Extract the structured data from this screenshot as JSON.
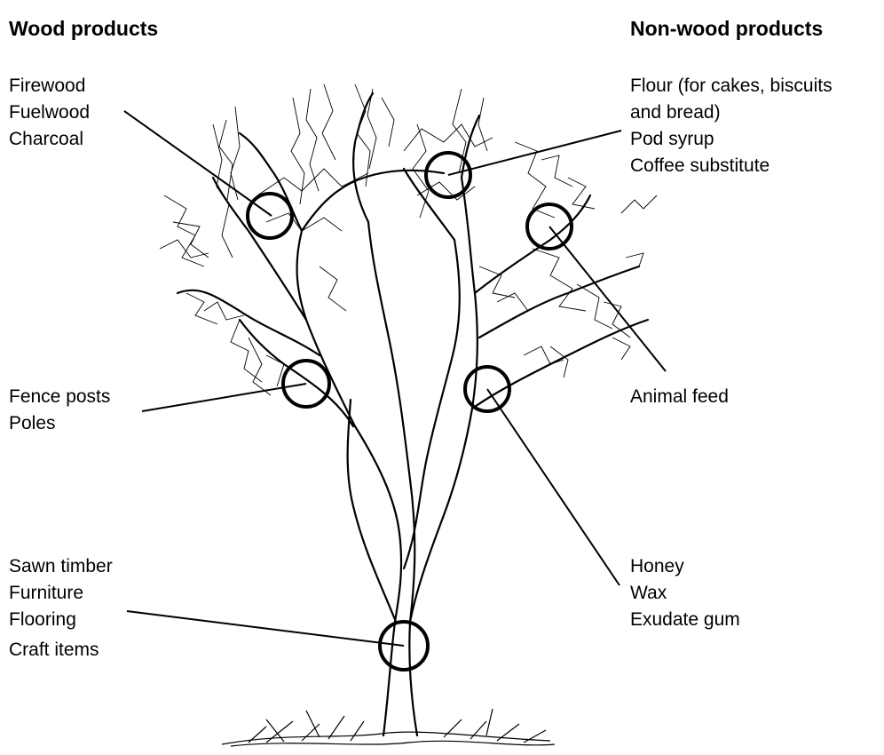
{
  "headings": {
    "wood": "Wood products",
    "non_wood": "Non-wood products"
  },
  "wood_products": {
    "fuel": [
      "Firewood",
      "Fuelwood",
      "Charcoal"
    ],
    "posts": [
      "Fence posts",
      "Poles"
    ],
    "timber": [
      "Sawn timber",
      "Furniture",
      "Flooring",
      "Craft items"
    ]
  },
  "non_wood_products": {
    "pods": [
      "Flour (for cakes, biscuits",
      "and bread)",
      "Pod syrup",
      "Coffee substitute"
    ],
    "leaves": [
      "Animal feed"
    ],
    "flowers_bark": [
      "Honey",
      "Wax",
      "Exudate gum"
    ]
  }
}
